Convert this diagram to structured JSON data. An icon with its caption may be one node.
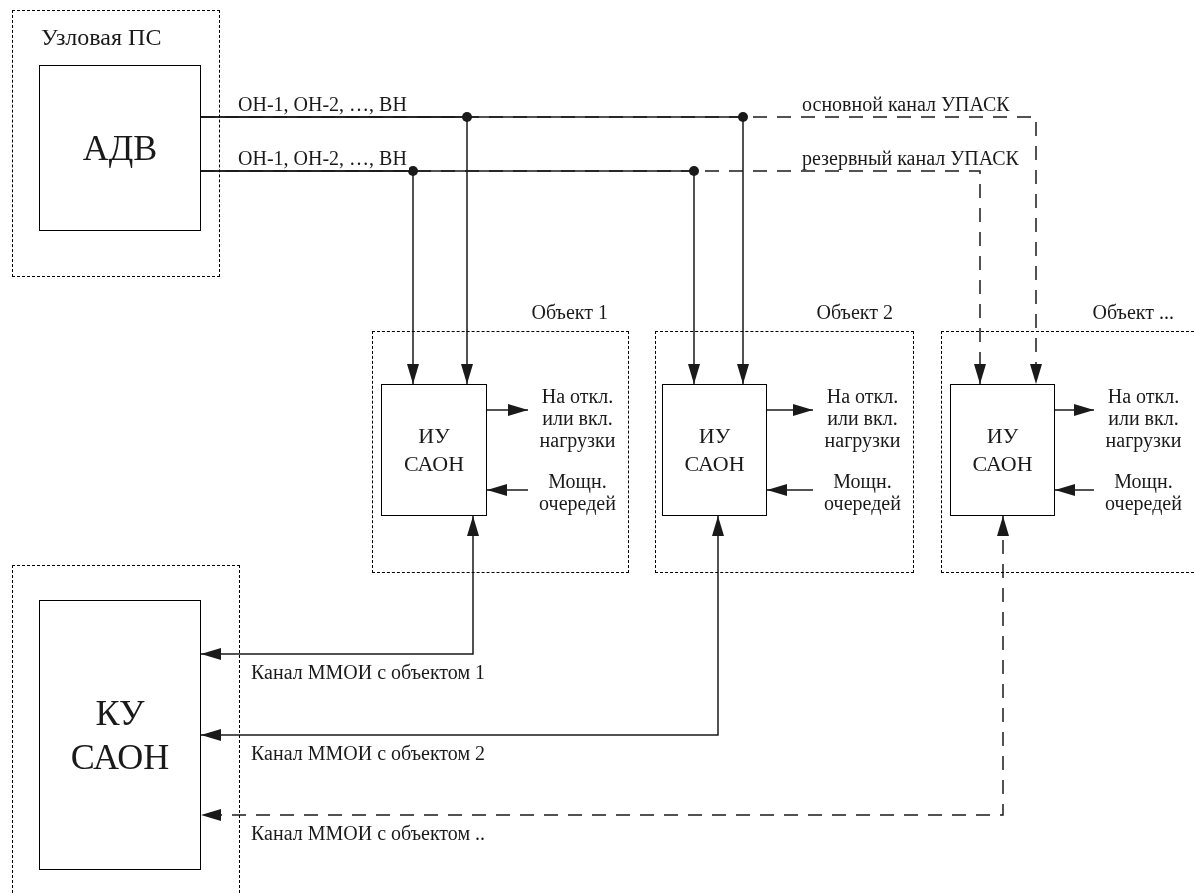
{
  "diagram": {
    "nodes": [
      {
        "text": [
          "Узловая ПС"
        ]
      },
      {
        "text": [
          "АДВ"
        ],
        "in": 0
      },
      {
        "text": [
          "Объект 1"
        ]
      },
      {
        "text": [
          "ИУ САОН"
        ],
        "in": 2
      },
      {
        "text": [
          "На откл. или вкл. нагрузки"
        ],
        "in": 2
      },
      {
        "text": [
          "Мощн. очередей"
        ],
        "in": 2
      },
      {
        "text": [
          "Объект 2"
        ]
      },
      {
        "text": [
          "ИУ САОН"
        ],
        "in": 6
      },
      {
        "text": [
          "На откл. или вкл. нагрузки"
        ],
        "in": 6
      },
      {
        "text": [
          "Мощн. очередей"
        ],
        "in": 6
      },
      {
        "text": [
          "Объект ..."
        ]
      },
      {
        "text": [
          "ИУ САОН"
        ],
        "in": 10
      },
      {
        "text": [
          "На откл. или вкл. нагрузки"
        ],
        "in": 10
      },
      {
        "text": [
          "Мощн. очередей"
        ],
        "in": 10
      },
      {
        "text": [],
        "shape": "box"
      },
      {
        "text": [
          "КУ САОН"
        ],
        "in": 14
      }
    ],
    "edges": [
      {
        "from": 1,
        "to": 3,
        "arrow": "to"
      },
      {
        "from": 1,
        "to": 7,
        "arrow": "to"
      },
      {
        "from": 1,
        "to": 11,
        "arrow": "to",
        "style": "dashed"
      },
      {
        "from": 1,
        "to": 3,
        "arrow": "to"
      },
      {
        "from": 1,
        "to": 7,
        "arrow": "to"
      },
      {
        "from": 1,
        "to": 11,
        "arrow": "to",
        "style": "dashed"
      },
      {
        "from": 3,
        "to": 4,
        "arrow": "to"
      },
      {
        "from": 5,
        "to": 3,
        "arrow": "to"
      },
      {
        "from": 7,
        "to": 8,
        "arrow": "to"
      },
      {
        "from": 9,
        "to": 7,
        "arrow": "to"
      },
      {
        "from": 11,
        "to": 12,
        "arrow": "to"
      },
      {
        "from": 13,
        "to": 11,
        "arrow": "to"
      },
      {
        "from": 3,
        "to": 15,
        "arrow": "both",
        "label": "Канал ММОИ с объектом 1"
      },
      {
        "from": 7,
        "to": 15,
        "arrow": "both",
        "label": "Канал ММОИ с объектом 2"
      },
      {
        "from": 11,
        "to": 15,
        "arrow": "both",
        "style": "dashed",
        "label": "Канал ММОИ с объектом .."
      }
    ],
    "labels": [
      "ОН-1, ОН-2, …, ВН",
      "основной канал УПАСК",
      "ОН-1, ОН-2, …, ВН",
      "резервный канал УПАСК"
    ]
  }
}
